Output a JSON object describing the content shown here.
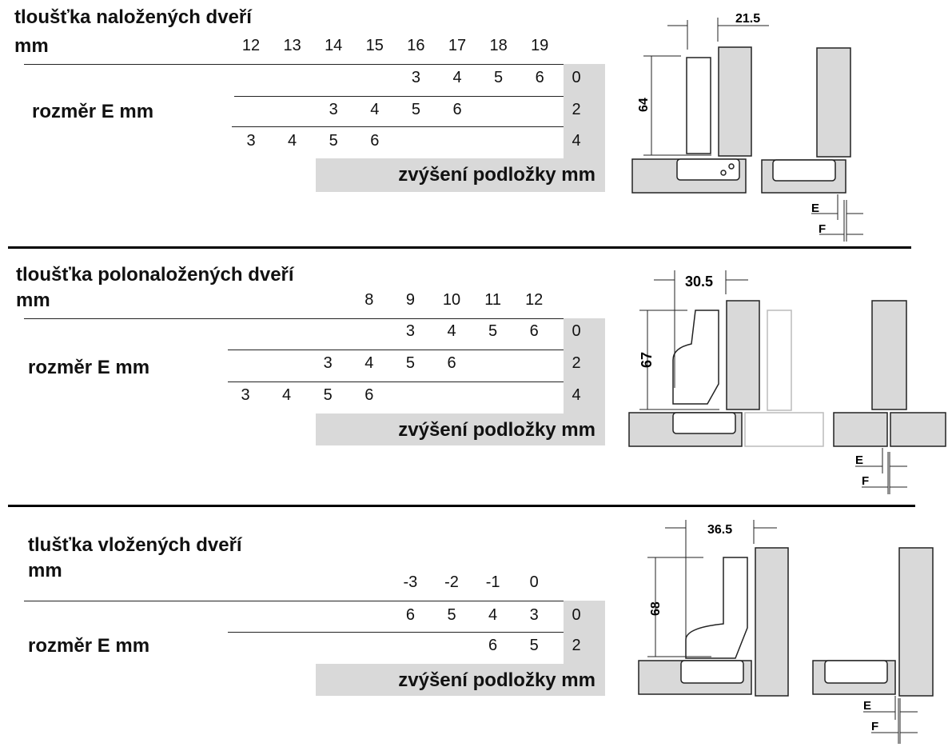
{
  "sections": [
    {
      "title": "tloušťka naložených dveří",
      "unit": "mm",
      "header": [
        "12",
        "13",
        "14",
        "15",
        "16",
        "17",
        "18",
        "19"
      ],
      "rows": [
        {
          "values": [
            "",
            "",
            "",
            "",
            "3",
            "4",
            "5",
            "6"
          ],
          "shim": "0"
        },
        {
          "values": [
            "",
            "",
            "3",
            "4",
            "5",
            "6",
            "",
            ""
          ],
          "shim": "2"
        },
        {
          "values": [
            "3",
            "4",
            "5",
            "6",
            "",
            "",
            "",
            ""
          ],
          "shim": "4"
        }
      ],
      "rozmer_label": "rozměr E mm",
      "band_label": "zvýšení podložky  mm",
      "diagram": {
        "width_dim": "21.5",
        "height_dim": "64",
        "e_label": "E",
        "f_label": "F"
      }
    },
    {
      "title": "tloušťka polonaložených dveří",
      "unit": "mm",
      "header": [
        "",
        "",
        "",
        "8",
        "9",
        "10",
        "11",
        "12"
      ],
      "rows": [
        {
          "values": [
            "",
            "",
            "",
            "",
            "3",
            "4",
            "5",
            "6"
          ],
          "shim": "0"
        },
        {
          "values": [
            "",
            "",
            "3",
            "4",
            "5",
            "6",
            "",
            ""
          ],
          "shim": "2"
        },
        {
          "values": [
            "3",
            "4",
            "5",
            "6",
            "",
            "",
            "",
            ""
          ],
          "shim": "4"
        }
      ],
      "rozmer_label": "rozměr E mm",
      "band_label": "zvýšení podložky  mm",
      "diagram": {
        "width_dim": "30.5",
        "height_dim": "67",
        "e_label": "E",
        "f_label": "F"
      }
    },
    {
      "title": "tlušťka vložených dveří",
      "unit": "mm",
      "header": [
        "",
        "",
        "",
        "",
        "-3",
        "-2",
        "-1",
        "0"
      ],
      "rows": [
        {
          "values": [
            "",
            "",
            "",
            "",
            "6",
            "5",
            "4",
            "3"
          ],
          "shim": "0"
        },
        {
          "values": [
            "",
            "",
            "",
            "",
            "",
            "",
            "6",
            "5"
          ],
          "shim": "2"
        }
      ],
      "rozmer_label": "rozměr E mm",
      "band_label": "zvýšení podložky  mm",
      "diagram": {
        "width_dim": "36.5",
        "height_dim": "68",
        "e_label": "E",
        "f_label": "F"
      }
    }
  ]
}
